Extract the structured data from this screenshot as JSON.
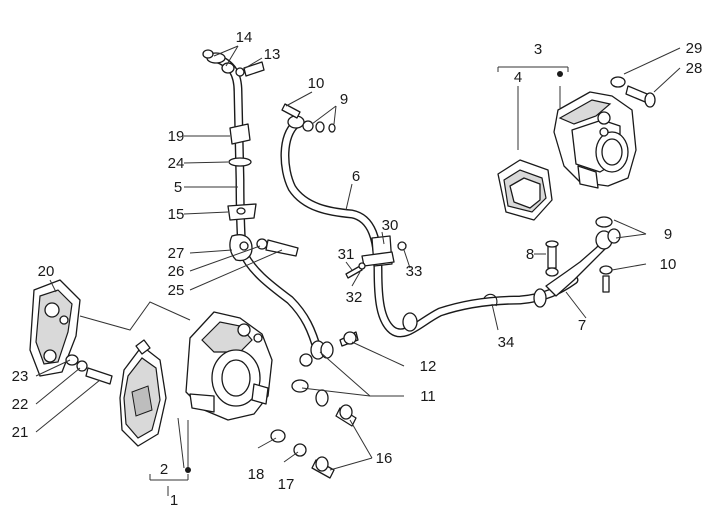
{
  "callouts": {
    "c1": "1",
    "c2": "2",
    "c3": "3",
    "c4": "4",
    "c5": "5",
    "c6": "6",
    "c7": "7",
    "c8": "8",
    "c9a": "9",
    "c9b": "9",
    "c10a": "10",
    "c10b": "10",
    "c11": "11",
    "c12": "12",
    "c13": "13",
    "c14": "14",
    "c15": "15",
    "c16": "16",
    "c17": "17",
    "c18": "18",
    "c19": "19",
    "c20": "20",
    "c21": "21",
    "c22": "22",
    "c23": "23",
    "c24": "24",
    "c25": "25",
    "c26": "26",
    "c27": "27",
    "c28": "28",
    "c29": "29",
    "c30": "30",
    "c31": "31",
    "c32": "32",
    "c33": "33",
    "c34": "34"
  }
}
